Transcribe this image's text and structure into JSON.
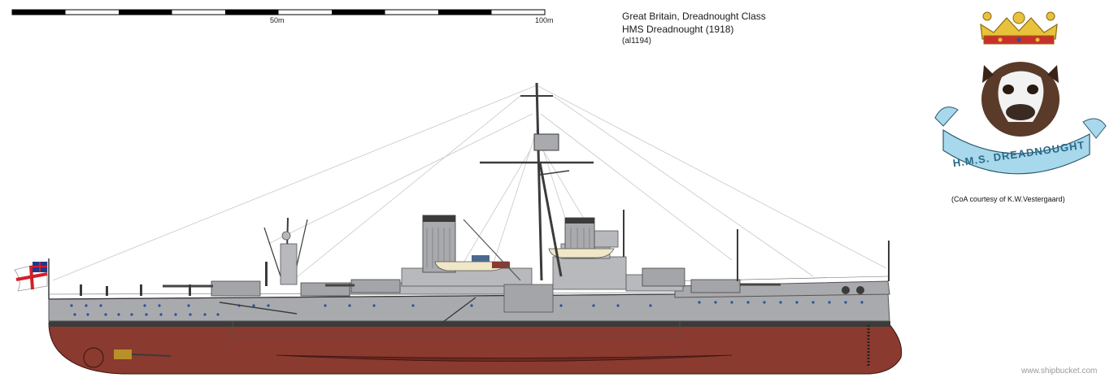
{
  "scale": {
    "label_mid": "50m",
    "label_end": "100m"
  },
  "title": {
    "line1": "Great Britain, Dreadnought Class",
    "line2": "HMS Dreadnought (1918)",
    "line3": "(al1194)"
  },
  "crest": {
    "ribbon_text": "H.M.S. DREADNOUGHT",
    "credit": "(CoA courtesy of   K.W.Vestergaard)"
  },
  "watermark": "www.shipbucket.com",
  "colors": {
    "hull_red": "#8a3a2e",
    "hull_grey": "#a9aaad",
    "superstructure": "#b8b9bc",
    "deck_dark": "#3b3b3b",
    "crest_gold": "#e8c23a",
    "ribbon_blue": "#a8d8ec"
  }
}
